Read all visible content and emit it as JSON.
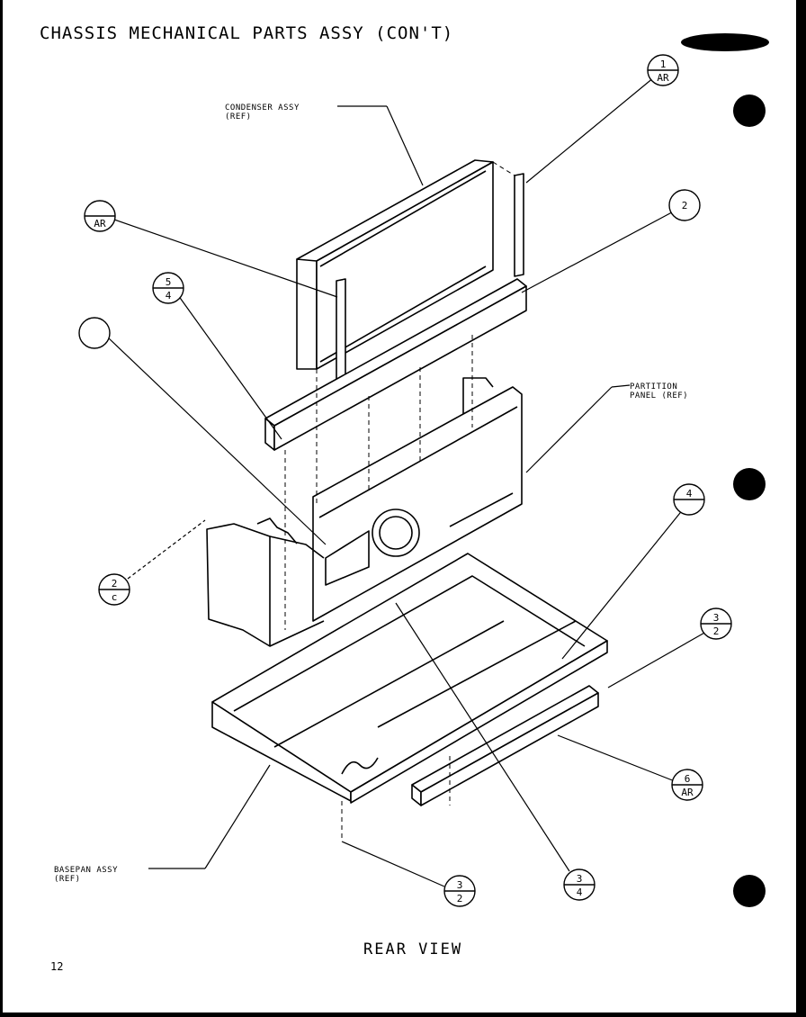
{
  "page": {
    "title": "CHASSIS MECHANICAL PARTS ASSY (CON'T)",
    "view_title": "REAR VIEW",
    "page_number": "12"
  },
  "labels": {
    "condenser": "CONDENSER ASSY\n(REF)",
    "partition": "PARTITION\nPANEL (REF)",
    "basepan": "BASEPAN ASSY\n(REF)"
  },
  "callouts": [
    {
      "id": "callout-1",
      "top": "1",
      "bottom": "AR"
    },
    {
      "id": "callout-2",
      "top": "",
      "bottom": "AR"
    },
    {
      "id": "callout-3",
      "top": "2",
      "bottom": ""
    },
    {
      "id": "callout-4",
      "top": "5",
      "bottom": "4"
    },
    {
      "id": "callout-5",
      "top": "",
      "bottom": ""
    },
    {
      "id": "callout-6",
      "top": "2",
      "bottom": "c"
    },
    {
      "id": "callout-7",
      "top": "4",
      "bottom": ""
    },
    {
      "id": "callout-8",
      "top": "3",
      "bottom": "2"
    },
    {
      "id": "callout-9",
      "top": "6",
      "bottom": "AR"
    },
    {
      "id": "callout-10",
      "top": "3",
      "bottom": "2"
    },
    {
      "id": "callout-11",
      "top": "3",
      "bottom": "4"
    }
  ]
}
